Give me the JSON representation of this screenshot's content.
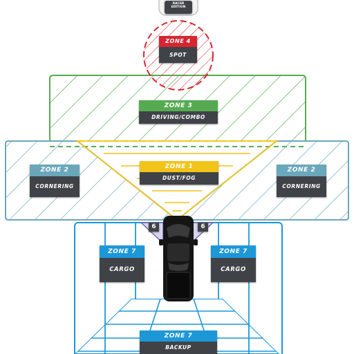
{
  "badge": {
    "line1": "RACER",
    "line2": "EDITION"
  },
  "zones": [
    {
      "id": "zone4-spot",
      "title": "ZONE 4",
      "name": "SPOT",
      "color": "#d62630"
    },
    {
      "id": "zone3-driving",
      "title": "ZONE 3",
      "name": "DRIVING/COMBO",
      "color": "#56ab52"
    },
    {
      "id": "zone1-dust",
      "title": "ZONE 1",
      "name": "DUST/FOG",
      "color": "#f0c419"
    },
    {
      "id": "zone2-left",
      "title": "ZONE 2",
      "name": "CORNERING",
      "color": "#6aa7bb"
    },
    {
      "id": "zone2-right",
      "title": "ZONE 2",
      "name": "CORNERING",
      "color": "#6aa7bb"
    },
    {
      "id": "zone7-cargo-left",
      "title": "ZONE 7",
      "name": "CARGO",
      "color": "#1c97d8"
    },
    {
      "id": "zone7-cargo-right",
      "title": "ZONE 7",
      "name": "CARGO",
      "color": "#1c97d8"
    },
    {
      "id": "zone7-backup",
      "title": "ZONE 7",
      "name": "BACKUP",
      "color": "#1c97d8"
    }
  ],
  "rock_lights": [
    {
      "label": "6"
    },
    {
      "label": "6"
    }
  ],
  "colors": {
    "zone4": "#d62630",
    "zone3": "#56ab52",
    "zone1": "#f0c419",
    "zone2": "#6aa7bb",
    "zone7": "#1c97d8",
    "zone6": "#6b5fa8",
    "label_body": "#3f4347"
  }
}
